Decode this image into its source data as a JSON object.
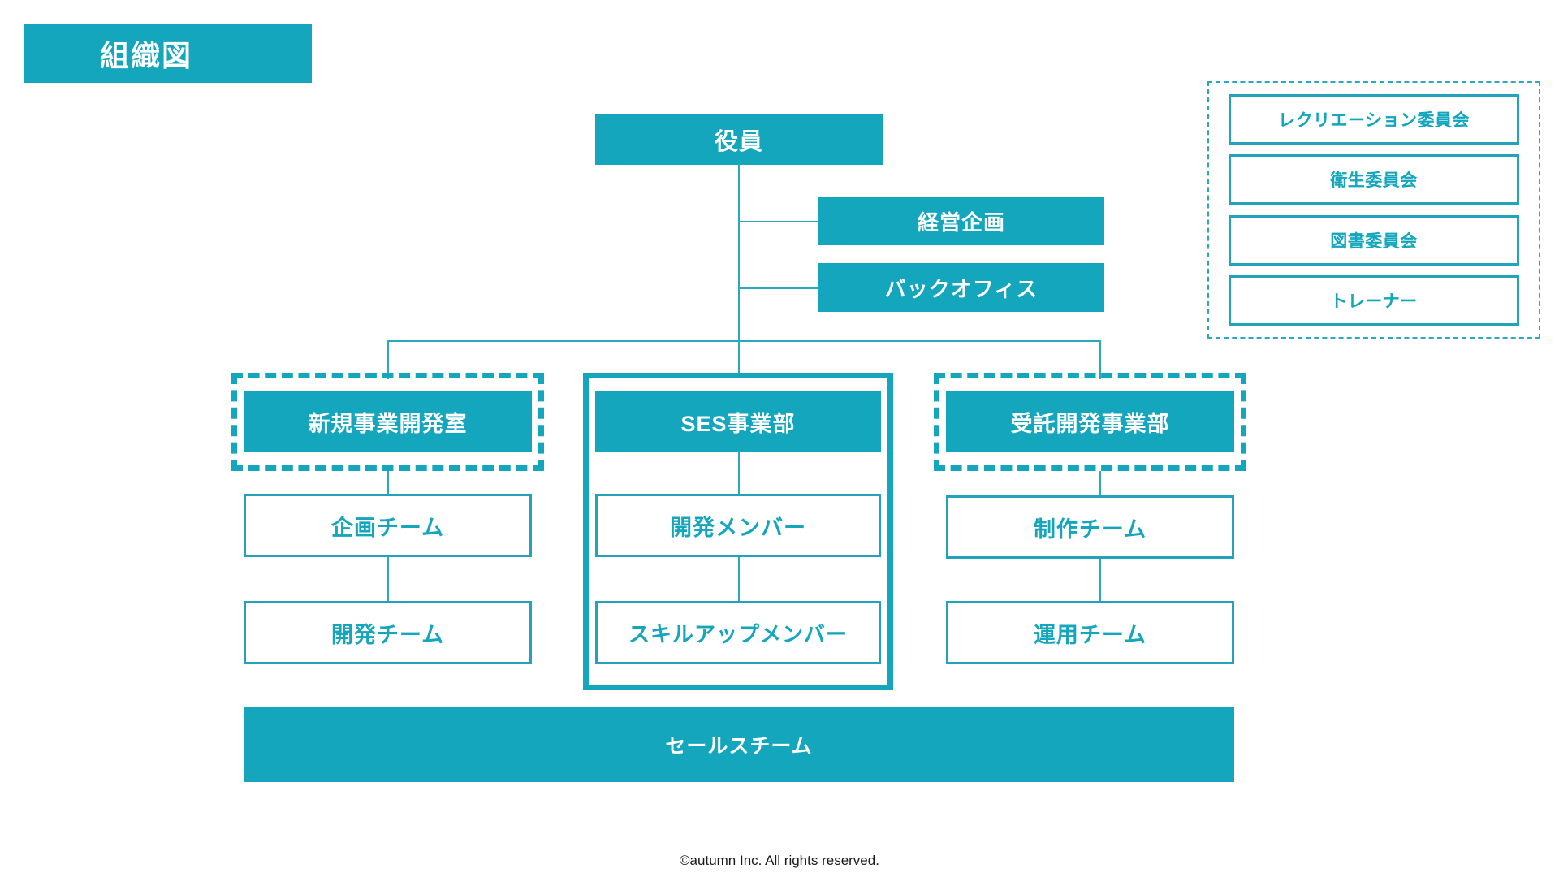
{
  "page": {
    "title": "組織図",
    "footer": "©autumn Inc. All rights reserved.",
    "accent_color": "#13a6bd",
    "outline_color": "#22a2bb",
    "background_color": "#ffffff"
  },
  "chart": {
    "top": {
      "label": "役員"
    },
    "staff": [
      {
        "label": "経営企画"
      },
      {
        "label": "バックオフィス"
      }
    ],
    "divisions": [
      {
        "label": "新規事業開発室",
        "frame": "dashed",
        "teams": [
          {
            "label": "企画チーム"
          },
          {
            "label": "開発チーム"
          }
        ]
      },
      {
        "label": "SES事業部",
        "frame": "solid",
        "teams": [
          {
            "label": "開発メンバー"
          },
          {
            "label": "スキルアップメンバー"
          }
        ]
      },
      {
        "label": "受託開発事業部",
        "frame": "dashed",
        "teams": [
          {
            "label": "制作チーム"
          },
          {
            "label": "運用チーム"
          }
        ]
      }
    ],
    "bottom_bar": {
      "label": "セールスチーム"
    },
    "committees": {
      "items": [
        {
          "label": "レクリエーション委員会"
        },
        {
          "label": "衛生委員会"
        },
        {
          "label": "図書委員会"
        },
        {
          "label": "トレーナー"
        }
      ]
    }
  }
}
